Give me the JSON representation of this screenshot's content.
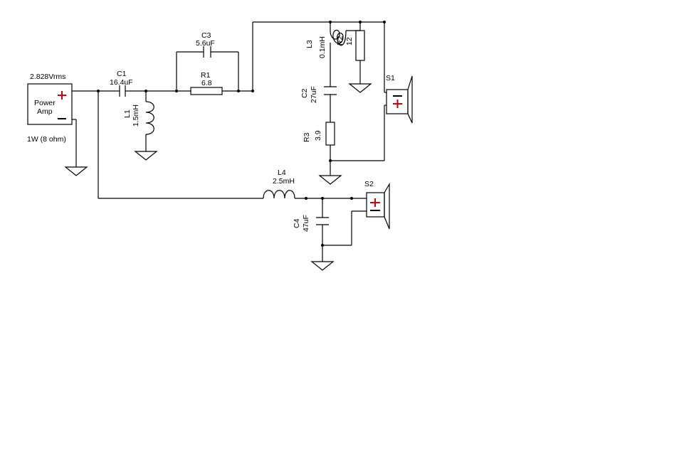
{
  "amp": {
    "voltage": "2.828Vrms",
    "name_line1": "Power",
    "name_line2": "Amp",
    "power": "1W (8 ohm)",
    "plus_color": "#cc0000"
  },
  "components": {
    "C1": {
      "ref": "C1",
      "value": "16.4uF"
    },
    "L1": {
      "ref": "L1",
      "value": "1.5mH"
    },
    "C3": {
      "ref": "C3",
      "value": "5.6uF"
    },
    "R1": {
      "ref": "R1",
      "value": "6.8"
    },
    "L3": {
      "ref": "L3",
      "value": "0.1mH"
    },
    "R2": {
      "ref": "R2",
      "value": "12"
    },
    "C2": {
      "ref": "C2",
      "value": "27uF"
    },
    "R3": {
      "ref": "R3",
      "value": "3.9"
    },
    "L4": {
      "ref": "L4",
      "value": "2.5mH"
    },
    "C4": {
      "ref": "C4",
      "value": "47uF"
    }
  },
  "speakers": {
    "S1": {
      "ref": "S1"
    },
    "S2": {
      "ref": "S2"
    }
  }
}
